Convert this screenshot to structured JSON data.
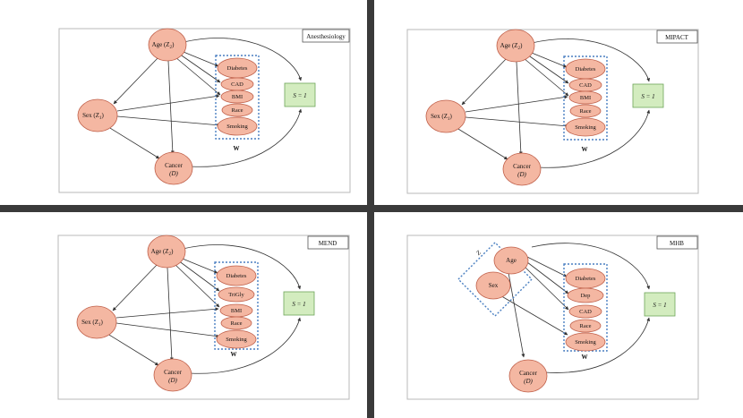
{
  "colors": {
    "node_fill": "#f4b7a2",
    "node_stroke": "#c0604a",
    "s_fill": "#d3ecbf",
    "s_stroke": "#6fa55a",
    "w_box": "#4a7fc1",
    "edge": "#333333",
    "divider": "#3a3a3a"
  },
  "panels": [
    {
      "label": "Anesthesiology",
      "nodes": {
        "age": "Age (Z",
        "age_sub": "2",
        "sex": "Sex (Z",
        "sex_sub": "1",
        "cancer": "Cancer",
        "cancer_sub": "(D)",
        "s": "S = 1",
        "w": "W"
      },
      "w_items": [
        "Diabetes",
        "CAD",
        "BMI",
        "Race",
        "Smoking"
      ]
    },
    {
      "label": "MIPACT",
      "nodes": {
        "age": "Age (Z",
        "age_sub": "2",
        "sex": "Sex (Z",
        "sex_sub": "1",
        "cancer": "Cancer",
        "cancer_sub": "(D)",
        "s": "S = 1",
        "w": "W"
      },
      "w_items": [
        "Diabetes",
        "CAD",
        "BMI",
        "Race",
        "Smoking"
      ]
    },
    {
      "label": "MEND",
      "nodes": {
        "age": "Age (Z",
        "age_sub": "2",
        "sex": "Sex (Z",
        "sex_sub": "1",
        "cancer": "Cancer",
        "cancer_sub": "(D)",
        "s": "S = 1",
        "w": "W"
      },
      "w_items": [
        "Diabetes",
        "TriGly",
        "BMI",
        "Race",
        "Smoking"
      ]
    },
    {
      "label": "MHB",
      "nodes": {
        "z_label": "Z",
        "age": "Age",
        "sex": "Sex",
        "cancer": "Cancer",
        "cancer_sub": "(D)",
        "s": "S = 1",
        "w": "W"
      },
      "w_items": [
        "Diabetes",
        "Dep",
        "CAD",
        "Race",
        "Smoking"
      ]
    }
  ]
}
